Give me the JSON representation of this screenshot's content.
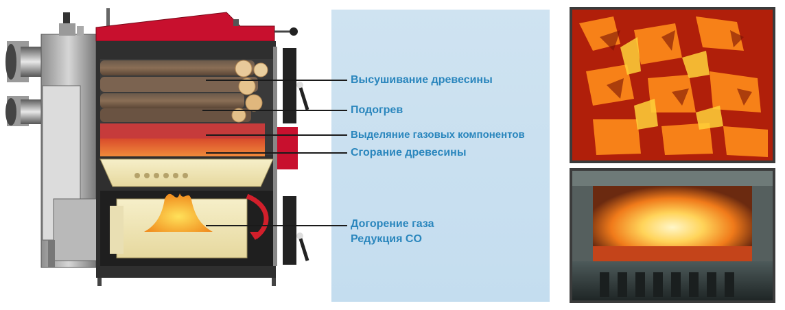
{
  "labels": {
    "drying": "Высушивание древесины",
    "heating": "Подогрев",
    "gas_release": "Выделяние газовых компонентов",
    "combustion": "Сгорание древесины",
    "afterburn_line1": "Догорение газа",
    "afterburn_line2": "Редукция  CO"
  },
  "colors": {
    "label_text": "#2a86bd",
    "panel_bg": "#c8dff0",
    "boiler_red": "#c8102e",
    "leader_line": "#1a1a1a"
  }
}
